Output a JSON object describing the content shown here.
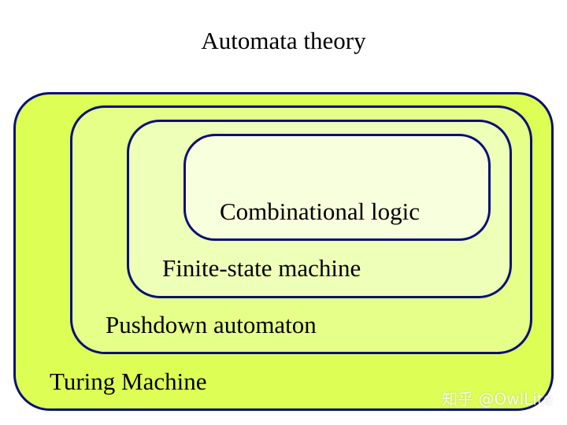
{
  "title": "Automata theory",
  "levels": [
    {
      "id": "turing",
      "label": "Turing Machine",
      "fill": "#ddff55"
    },
    {
      "id": "pda",
      "label": "Pushdown automaton",
      "fill": "#e6ff88"
    },
    {
      "id": "fsm",
      "label": "Finite-state machine",
      "fill": "#eeffb8"
    },
    {
      "id": "comb",
      "label": "Combinational logic",
      "fill": "#f8ffdc"
    }
  ],
  "border_color": "#0a0f78",
  "watermark": "知乎 @OwlLite"
}
